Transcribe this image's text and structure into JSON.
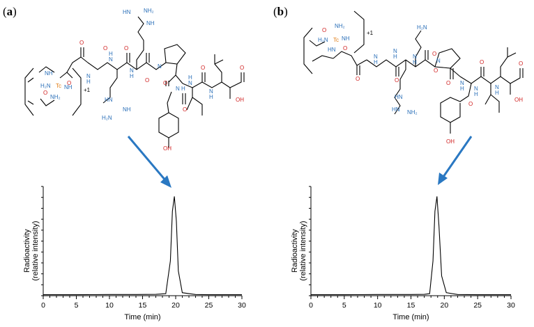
{
  "panels": [
    {
      "label_open": "(",
      "label_letter": "a",
      "label_close": ")"
    },
    {
      "label_open": "(",
      "label_letter": "b",
      "label_close": ")"
    }
  ],
  "structures": {
    "a": {
      "labels": [
        {
          "t": "NH",
          "c": "N"
        },
        {
          "t": "O",
          "c": "O"
        },
        {
          "t": "H₂N",
          "c": "N"
        },
        {
          "t": "Tc",
          "c": "Tc"
        },
        {
          "t": "NH",
          "c": "N"
        },
        {
          "t": "O",
          "c": "O"
        },
        {
          "t": "NH₂",
          "c": "N"
        },
        {
          "t": "+1",
          "c": "K"
        },
        {
          "t": "O",
          "c": "O"
        },
        {
          "t": "N",
          "c": "N"
        },
        {
          "t": "H",
          "c": "N"
        },
        {
          "t": "O",
          "c": "O"
        },
        {
          "t": "N",
          "c": "N"
        },
        {
          "t": "H",
          "c": "N"
        },
        {
          "t": "O",
          "c": "O"
        },
        {
          "t": "N",
          "c": "N"
        },
        {
          "t": "H",
          "c": "N"
        },
        {
          "t": "O",
          "c": "O"
        },
        {
          "t": "N",
          "c": "N"
        },
        {
          "t": "HN",
          "c": "N"
        },
        {
          "t": "NH₂",
          "c": "N"
        },
        {
          "t": "NH",
          "c": "N"
        },
        {
          "t": "HN",
          "c": "N"
        },
        {
          "t": "NH",
          "c": "N"
        },
        {
          "t": "H₂N",
          "c": "N"
        },
        {
          "t": "O",
          "c": "O"
        },
        {
          "t": "N",
          "c": "N"
        },
        {
          "t": "H",
          "c": "N"
        },
        {
          "t": "O",
          "c": "O"
        },
        {
          "t": "N",
          "c": "N"
        },
        {
          "t": "H",
          "c": "N"
        },
        {
          "t": "O",
          "c": "O"
        },
        {
          "t": "N",
          "c": "N"
        },
        {
          "t": "H",
          "c": "N"
        },
        {
          "t": "OH",
          "c": "O"
        },
        {
          "t": "O",
          "c": "O"
        },
        {
          "t": "OH",
          "c": "O"
        }
      ]
    },
    "b": {
      "labels": [
        {
          "t": "NH₂",
          "c": "N"
        },
        {
          "t": "O",
          "c": "O"
        },
        {
          "t": "H₂N",
          "c": "N"
        },
        {
          "t": "Tc",
          "c": "Tc"
        },
        {
          "t": "NH",
          "c": "N"
        },
        {
          "t": "O",
          "c": "O"
        },
        {
          "t": "HN",
          "c": "N"
        },
        {
          "t": "+1",
          "c": "K"
        },
        {
          "t": "O",
          "c": "O"
        },
        {
          "t": "N",
          "c": "N"
        },
        {
          "t": "H",
          "c": "N"
        },
        {
          "t": "O",
          "c": "O"
        },
        {
          "t": "N",
          "c": "N"
        },
        {
          "t": "H",
          "c": "N"
        },
        {
          "t": "O",
          "c": "O"
        },
        {
          "t": "N",
          "c": "N"
        },
        {
          "t": "H",
          "c": "N"
        },
        {
          "t": "O",
          "c": "O"
        },
        {
          "t": "N",
          "c": "N"
        },
        {
          "t": "H₂N",
          "c": "N"
        },
        {
          "t": "HN",
          "c": "N"
        },
        {
          "t": "HN",
          "c": "N"
        },
        {
          "t": "NH₂",
          "c": "N"
        },
        {
          "t": "O",
          "c": "O"
        },
        {
          "t": "N",
          "c": "N"
        },
        {
          "t": "H",
          "c": "N"
        },
        {
          "t": "O",
          "c": "O"
        },
        {
          "t": "N",
          "c": "N"
        },
        {
          "t": "H",
          "c": "N"
        },
        {
          "t": "O",
          "c": "O"
        },
        {
          "t": "N",
          "c": "N"
        },
        {
          "t": "H",
          "c": "N"
        },
        {
          "t": "OH",
          "c": "O"
        },
        {
          "t": "O",
          "c": "O"
        },
        {
          "t": "OH",
          "c": "O"
        }
      ]
    }
  },
  "colors": {
    "nitrogen": "#2a6fb8",
    "oxygen": "#d02020",
    "technetium": "#e07a10",
    "arrow": "#2a78c2",
    "trace": "#000000"
  },
  "chart_data": [
    {
      "type": "line",
      "panel": "a",
      "xlabel": "Time (min)",
      "ylabel": [
        "Radioactivity",
        "(relative intensity)"
      ],
      "xlim": [
        0,
        30
      ],
      "ylim": [
        0,
        1.1
      ],
      "xticks": [
        0,
        5,
        10,
        15,
        20,
        25,
        30
      ],
      "minor_x_step": 1,
      "y_minor_ticks": 10,
      "show_y_tick_labels": false,
      "grid": false,
      "series": [
        {
          "x": [
            0,
            5,
            10,
            14,
            17,
            18.5,
            19.2,
            19.5,
            19.8,
            20.1,
            20.4,
            21,
            23,
            25,
            30
          ],
          "y": [
            0.01,
            0.01,
            0.012,
            0.012,
            0.013,
            0.02,
            0.35,
            0.85,
            1.0,
            0.75,
            0.25,
            0.03,
            0.012,
            0.01,
            0.01
          ]
        }
      ]
    },
    {
      "type": "line",
      "panel": "b",
      "xlabel": "Time (min)",
      "ylabel": [
        "Radioactivity",
        "(relative intensity)"
      ],
      "xlim": [
        0,
        30
      ],
      "ylim": [
        0,
        1.1
      ],
      "xticks": [
        0,
        5,
        10,
        15,
        20,
        25,
        30
      ],
      "minor_x_step": 1,
      "y_minor_ticks": 10,
      "show_y_tick_labels": false,
      "grid": false,
      "series": [
        {
          "x": [
            0,
            5,
            10,
            15,
            17,
            17.8,
            18.3,
            18.6,
            18.9,
            19.2,
            19.6,
            20.3,
            22,
            25,
            30
          ],
          "y": [
            0.01,
            0.01,
            0.012,
            0.012,
            0.013,
            0.02,
            0.35,
            0.85,
            1.0,
            0.7,
            0.2,
            0.03,
            0.012,
            0.01,
            0.01
          ]
        }
      ]
    }
  ]
}
